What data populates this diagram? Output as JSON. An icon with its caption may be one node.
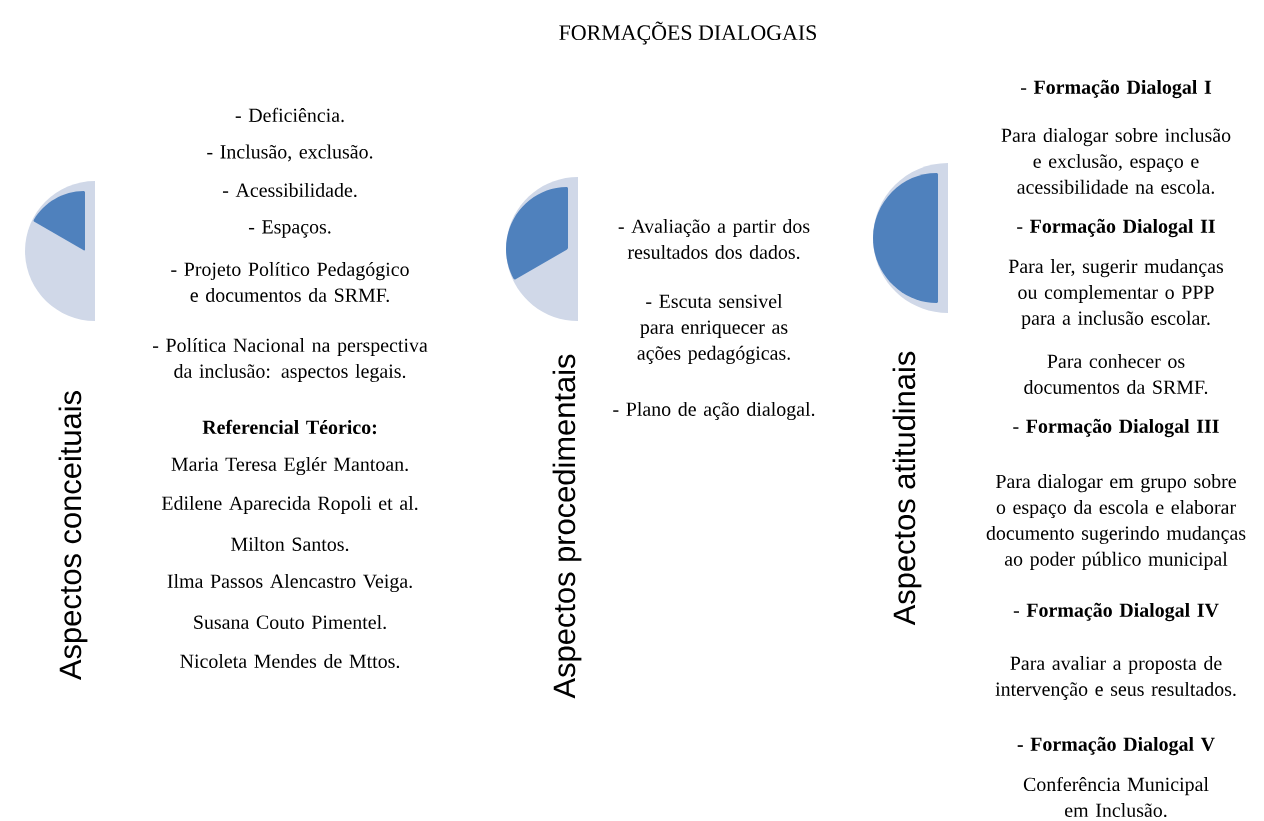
{
  "diagram": {
    "title": "FORMAÇÕES DIALOGAIS",
    "nodes": [
      {
        "text": [
          "Aspectos conceituais"
        ],
        "beside": [
          "- Deficiência.",
          "- Inclusão, exclusão.",
          "- Acessibilidade.",
          "- Espaços.",
          "- Projeto Político Pedagógico e documentos da SRMF.",
          "- Política Nacional na perspectiva da inclusão: aspectos legais.",
          "**Referencial Téorico:**",
          "Maria Teresa Eglér Mantoan.",
          "Edilene Aparecida Ropoli et al.",
          "Milton Santos.",
          "Ilma Passos Alencastro Veiga.",
          "Susana Couto Pimentel.",
          "Nicoleta Mendes de Mttos."
        ]
      },
      {
        "text": [
          "Aspectos procedimentais"
        ],
        "beside": [
          "- Avaliação a partir dos resultados dos dados.",
          "- Escuta sensivel para enriquecer as ações pedagógicas.",
          "- Plano de ação dialogal."
        ]
      },
      {
        "text": [
          "Aspectos atitudinais"
        ],
        "beside": [
          "- **Formação Dialogal I**",
          "Para dialogar sobre inclusão e exclusão, espaço e acessibilidade na escola.",
          "- **Formação Dialogal II**",
          "Para ler, sugerir mudanças ou complementar o PPP para a inclusão escolar.",
          "Para conhecer os documentos da SRMF.",
          "- **Formação Dialogal III**",
          "Para dialogar em grupo sobre o espaço da escola e elaborar documento sugerindo mudanças ao poder público municipal",
          "- **Formação Dialogal IV**",
          "Para avaliar a proposta de intervenção e seus resultados.",
          "**- Formação Dialogal V**",
          "Conferência Municipal em Inclusão."
        ]
      }
    ],
    "edges": []
  }
}
